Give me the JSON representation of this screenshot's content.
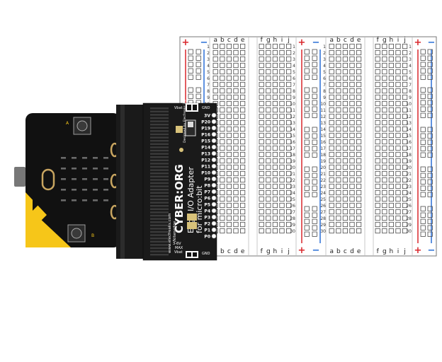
{
  "breadboard": {
    "top_column_labels": [
      "a",
      "b",
      "c",
      "d",
      "e",
      "f",
      "g",
      "h",
      "i",
      "j",
      "a",
      "b",
      "c",
      "d",
      "e",
      "f",
      "g",
      "h",
      "i",
      "j"
    ],
    "bottom_column_labels": [
      "b",
      "c",
      "d",
      "e",
      "f",
      "g",
      "h",
      "i",
      "j",
      "a",
      "b",
      "c",
      "d",
      "e",
      "f",
      "g",
      "h",
      "i",
      "j"
    ],
    "row_numbers": [
      "1",
      "2",
      "3",
      "4",
      "5",
      "6",
      "7",
      "8",
      "9",
      "10",
      "11",
      "12",
      "13",
      "14",
      "15",
      "16",
      "17",
      "18",
      "19",
      "20",
      "21",
      "22",
      "23",
      "24",
      "25",
      "26",
      "27",
      "28",
      "29",
      "30"
    ],
    "rail_plus": "+",
    "rail_minus": "−",
    "colors": {
      "plus": "#d9262b",
      "minus": "#2a6fd6",
      "board": "#ffffff",
      "hole": "#555555"
    }
  },
  "adapter": {
    "brand": "CYBER:ORG",
    "line1": "Edge I/O Adapter",
    "line2": "for micro:bit",
    "website": "www.elecfreaks.com",
    "website2": "/kitenedge",
    "volt_rating": "3-6V",
    "max_label": "MAX",
    "vbat_label": "Vbat",
    "gnd_label": "GND",
    "top_vbat": "Vbat",
    "top_gnd": "GND",
    "side_note": "Designed by Elecfreaks 2/8",
    "pins": [
      "3V",
      "P20",
      "P19",
      "P16",
      "P15",
      "P14",
      "P13",
      "P12",
      "P11",
      "P10",
      "P9",
      "P8",
      "P7",
      "P6",
      "P5",
      "P4",
      "P3",
      "P2",
      "P1",
      "P0"
    ],
    "colors": {
      "body": "#1a1a1a",
      "text": "#ffffff",
      "pad": "#c8a560"
    }
  },
  "microbit": {
    "button_a": "A",
    "button_b": "B",
    "colors": {
      "board": "#111111",
      "accent": "#f6c619",
      "led": "#555555"
    }
  }
}
